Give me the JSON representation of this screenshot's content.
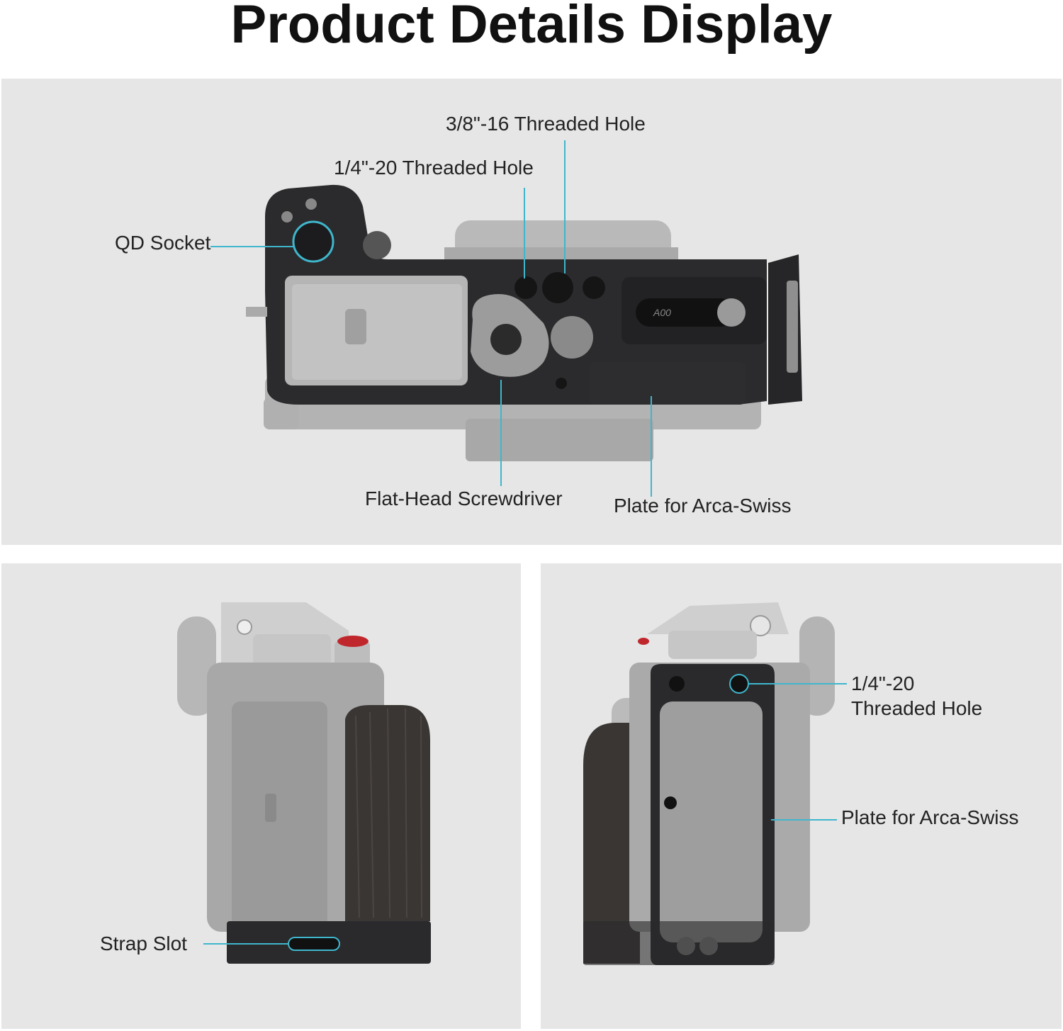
{
  "title": "Product Details Display",
  "top_view": {
    "callouts": {
      "thread_3_8": "3/8\"-16 Threaded Hole",
      "thread_1_4": "1/4\"-20 Threaded Hole",
      "qd_socket": "QD Socket",
      "screwdriver": "Flat-Head Screwdriver",
      "arca_plate": "Plate for Arca-Swiss"
    },
    "engraving": "A00"
  },
  "side_view_left": {
    "callouts": {
      "strap_slot": "Strap Slot"
    }
  },
  "side_view_right": {
    "callouts": {
      "thread_line1": "1/4\"-20",
      "thread_line2": "Threaded Hole",
      "arca_plate": "Plate for Arca-Swiss"
    }
  },
  "colors": {
    "accent_line": "#3fb6cc",
    "panel_bg": "#e6e6e6",
    "cage_black": "#2b2b2d",
    "camera_silver": "#b8b8b8",
    "red_button": "#c0272d"
  }
}
